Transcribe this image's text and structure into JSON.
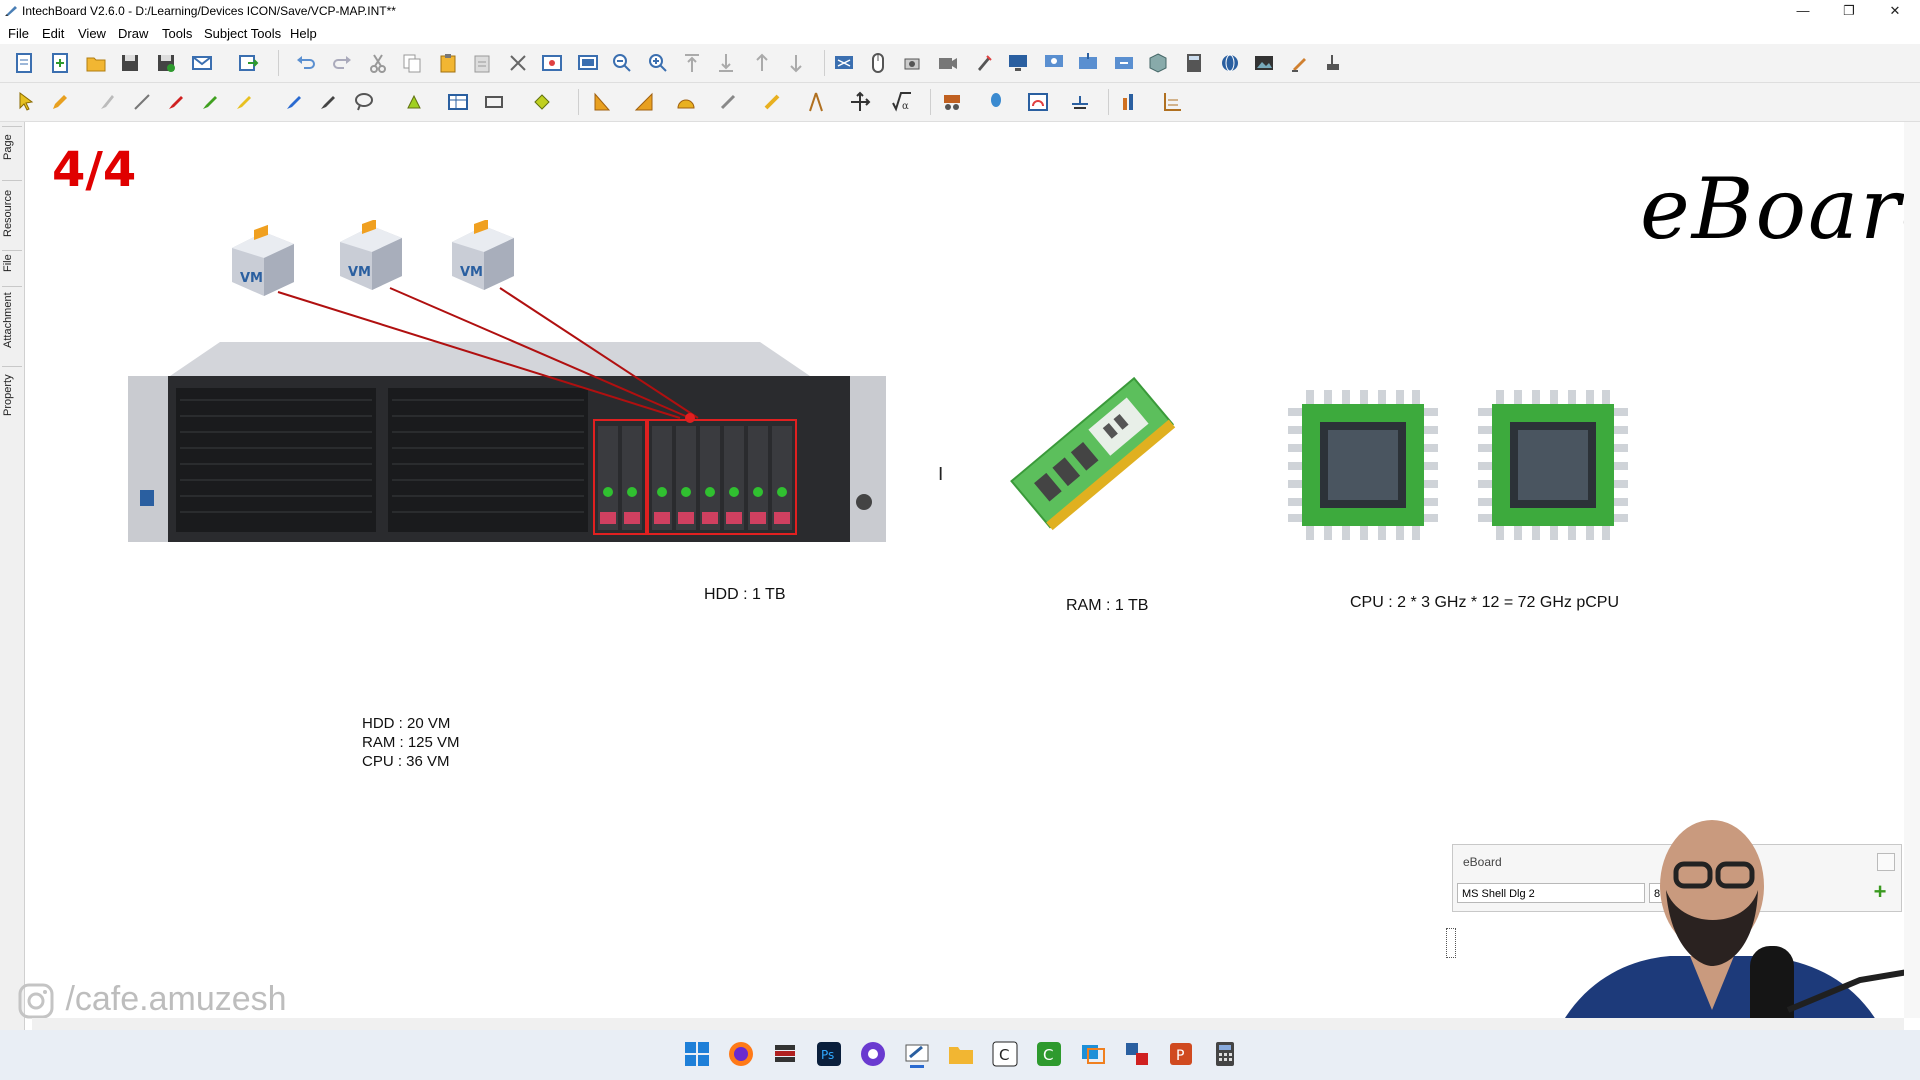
{
  "window": {
    "title": "IntechBoard V2.6.0 - D:/Learning/Devices ICON/Save/VCP-MAP.INT**",
    "controls": [
      "—",
      "❐",
      "✕"
    ]
  },
  "menu": [
    "File",
    "Edit",
    "View",
    "Draw",
    "Tools",
    "Subject Tools",
    "Help"
  ],
  "side_tabs": [
    "Page",
    "Resource",
    "File",
    "Attachment",
    "Property"
  ],
  "canvas": {
    "page_number": "4/4",
    "logo": "eBoard",
    "vm_label": "VM",
    "hdd_label": "HDD : 1 TB",
    "ram_label": "RAM : 1 TB",
    "cpu_label": "CPU : 2 * 3 GHz * 12 = 72 GHz pCPU",
    "stats": [
      "HDD : 20 VM",
      "RAM : 125 VM",
      "CPU : 36 VM"
    ],
    "watermark": "/cafe.amuzesh"
  },
  "font_panel": {
    "title": "eBoard",
    "font_name": "MS Shell Dlg 2",
    "font_size": "8",
    "add_symbol": "+"
  },
  "colors": {
    "accent_red": "#e00000",
    "chip_green": "#3daa3d",
    "ram_green": "#5cbf5c"
  }
}
